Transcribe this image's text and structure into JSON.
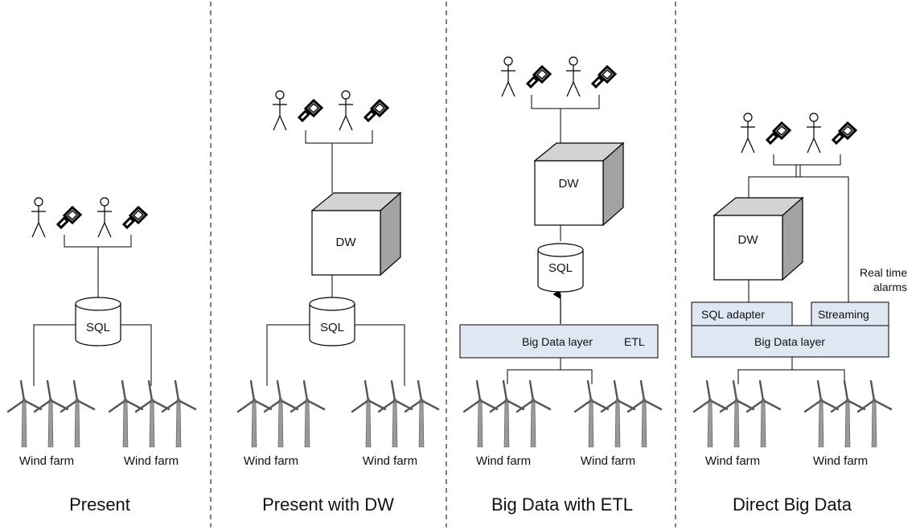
{
  "colors": {
    "line": "#000000",
    "layer_fill": "#dfe7f3",
    "cube_side": "#a0a0a0",
    "cube_top": "#d2d2d2",
    "turbine": "#555555"
  },
  "panels": [
    {
      "caption": "Present",
      "sql_label": "SQL",
      "wind_farm_labels": [
        "Wind farm",
        "Wind farm"
      ]
    },
    {
      "caption": "Present with DW",
      "dw_label": "DW",
      "sql_label": "SQL",
      "wind_farm_labels": [
        "Wind farm",
        "Wind farm"
      ]
    },
    {
      "caption": "Big Data with ETL",
      "dw_label": "DW",
      "sql_label": "SQL",
      "big_data_label": "Big Data layer",
      "etl_label": "ETL",
      "wind_farm_labels": [
        "Wind farm",
        "Wind farm"
      ]
    },
    {
      "caption": "Direct Big Data",
      "dw_label": "DW",
      "sql_adapter_label": "SQL adapter",
      "streaming_label": "Streaming",
      "big_data_label": "Big Data layer",
      "alarms_label_line1": "Real time",
      "alarms_label_line2": "alarms",
      "wind_farm_labels": [
        "Wind farm",
        "Wind farm"
      ]
    }
  ]
}
